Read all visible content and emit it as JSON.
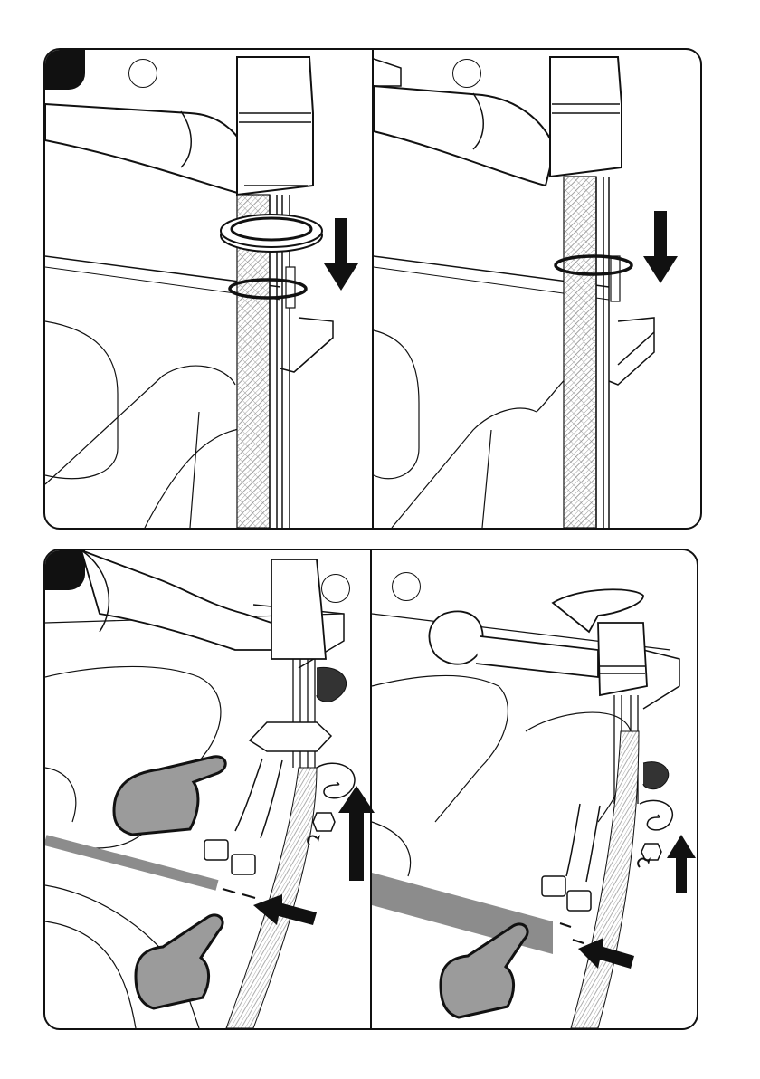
{
  "steps": [
    {
      "panels": [
        {
          "marker": "",
          "arrow": "down-arrow",
          "colors": {
            "stroke": "#111111",
            "fill": "#ffffff"
          }
        },
        {
          "marker": "",
          "arrow": "down-arrow",
          "colors": {
            "stroke": "#111111",
            "fill": "#ffffff"
          }
        }
      ]
    },
    {
      "panels": [
        {
          "marker": "",
          "icons": [
            "pointing-hand-icon",
            "pointing-hand-icon",
            "rotate-icon",
            "up-arrow",
            "left-arrow"
          ]
        },
        {
          "marker": "",
          "icons": [
            "pointing-hand-icon",
            "rotate-icon",
            "up-arrow",
            "left-arrow"
          ]
        }
      ]
    }
  ],
  "colors": {
    "ink": "#111111",
    "mesh": "#9a9a9a",
    "gray_fill": "#8c8c8c",
    "hand_fill": "#9b9b9b"
  }
}
